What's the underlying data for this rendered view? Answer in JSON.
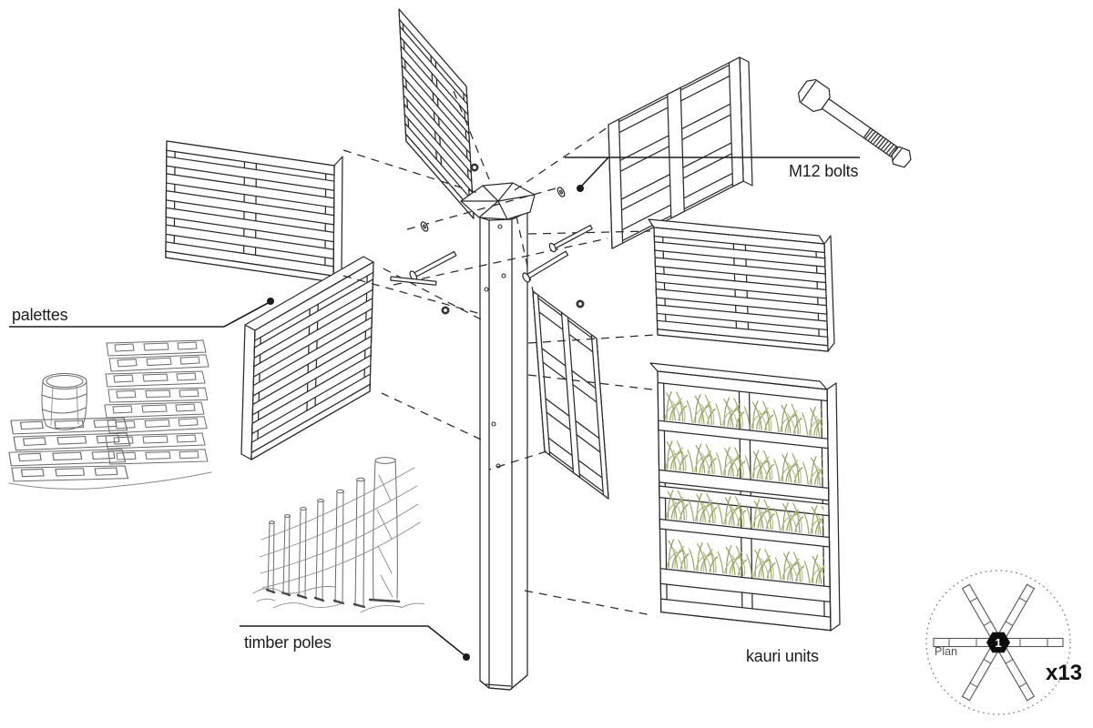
{
  "diagram": {
    "labels": {
      "palettes": "palettes",
      "m12_bolts": "M12 bolts",
      "timber_poles": "timber poles",
      "kauri_units": "kauri units"
    },
    "plan_inset": {
      "caption": "Plan",
      "multiplier": "x13",
      "hub_number": "1"
    },
    "colors": {
      "background": "#ffffff",
      "line": "#2b2b2b",
      "sketch_gray": "#6b6b6b",
      "plant_green": "#8a9a57",
      "plant_green_light": "#a9b37e",
      "label_text": "#1c1c1c",
      "plan_text": "#555555"
    }
  }
}
